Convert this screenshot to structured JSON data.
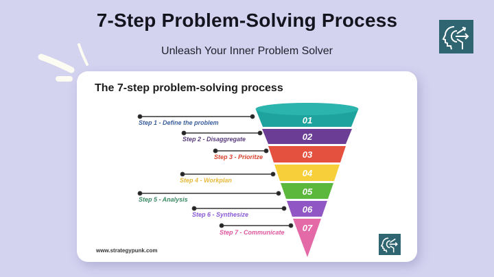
{
  "header": {
    "title": "7-Step Problem-Solving Process",
    "subtitle": "Unleash Your Inner Problem Solver"
  },
  "card": {
    "title": "The 7-step problem-solving process",
    "footer_url": "www.strategypunk.com"
  },
  "icons": {
    "top_logo": "head-arrows-icon",
    "card_logo": "head-arrows-icon"
  },
  "funnel": {
    "steps": [
      {
        "number": "01",
        "label": "Step 1 - Define the problem",
        "color": "#1ea39e",
        "label_color": "#3a5f9c"
      },
      {
        "number": "02",
        "label": "Step 2 - Disaggregate",
        "color": "#6b3d95",
        "label_color": "#5a3d7e"
      },
      {
        "number": "03",
        "label": "Step 3 - Prioritze",
        "color": "#e5513f",
        "label_color": "#d9432f"
      },
      {
        "number": "04",
        "label": "Step 4 - Workplan",
        "color": "#f6cf3a",
        "label_color": "#e9b93a"
      },
      {
        "number": "05",
        "label": "Step 5 - Analysis",
        "color": "#5cb83c",
        "label_color": "#3a8a64"
      },
      {
        "number": "06",
        "label": "Step 6 - Synthesize",
        "color": "#9057c4",
        "label_color": "#8a5ad6"
      },
      {
        "number": "07",
        "label": "Step 7 - Communicate",
        "color": "#e46aa7",
        "label_color": "#e0559e"
      }
    ]
  },
  "colors": {
    "background": "#d3d2ef",
    "card": "#ffffff",
    "logo": "#2e6570"
  }
}
